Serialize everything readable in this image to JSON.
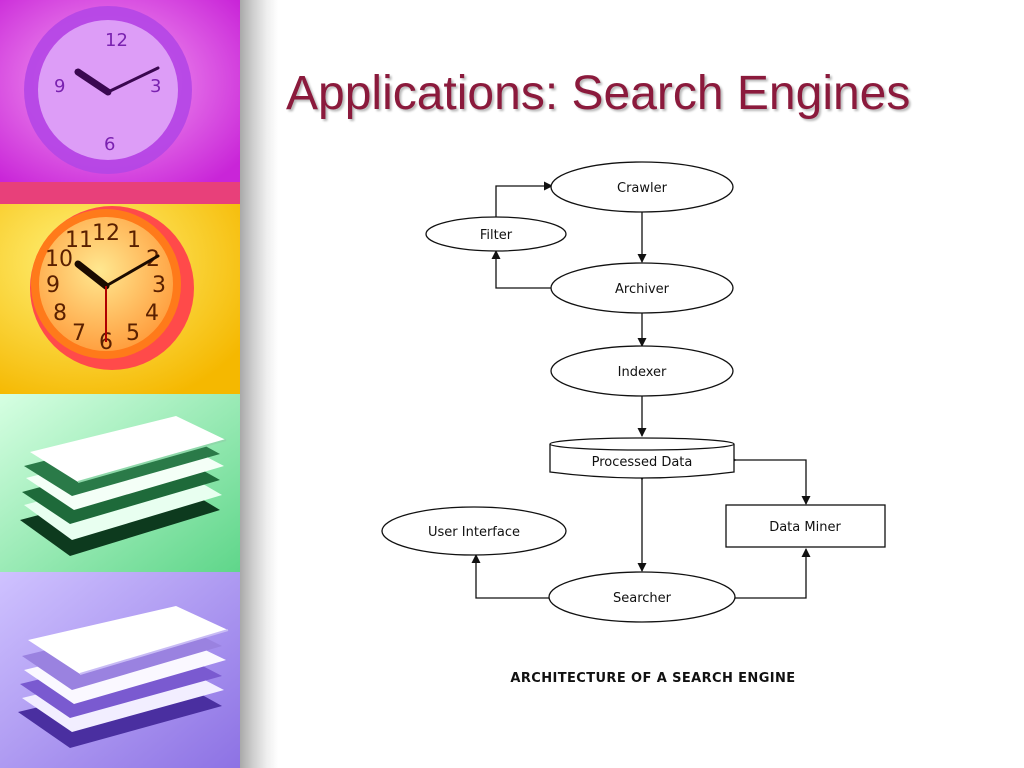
{
  "slide": {
    "title": "Applications: Search Engines"
  },
  "colors": {
    "title": "#8b1a3c",
    "panel_magenta": "#e04be0",
    "panel_yellow": "#f6d000",
    "panel_green": "#90efb0",
    "panel_purple": "#a590ee"
  },
  "sidebar": {
    "icons": [
      "clock-icon",
      "clock-icon",
      "book-stack-icon",
      "book-stack-icon"
    ],
    "clock_numbers": [
      "12",
      "1",
      "2",
      "3",
      "4",
      "5",
      "6",
      "7",
      "8",
      "9",
      "10",
      "11"
    ]
  },
  "diagram": {
    "nodes": {
      "crawler": "Crawler",
      "filter": "Filter",
      "archiver": "Archiver",
      "indexer": "Indexer",
      "processed_data": "Processed Data",
      "data_miner": "Data Miner",
      "user_interface": "User Interface",
      "searcher": "Searcher"
    },
    "caption": "ARCHITECTURE OF A SEARCH ENGINE"
  }
}
